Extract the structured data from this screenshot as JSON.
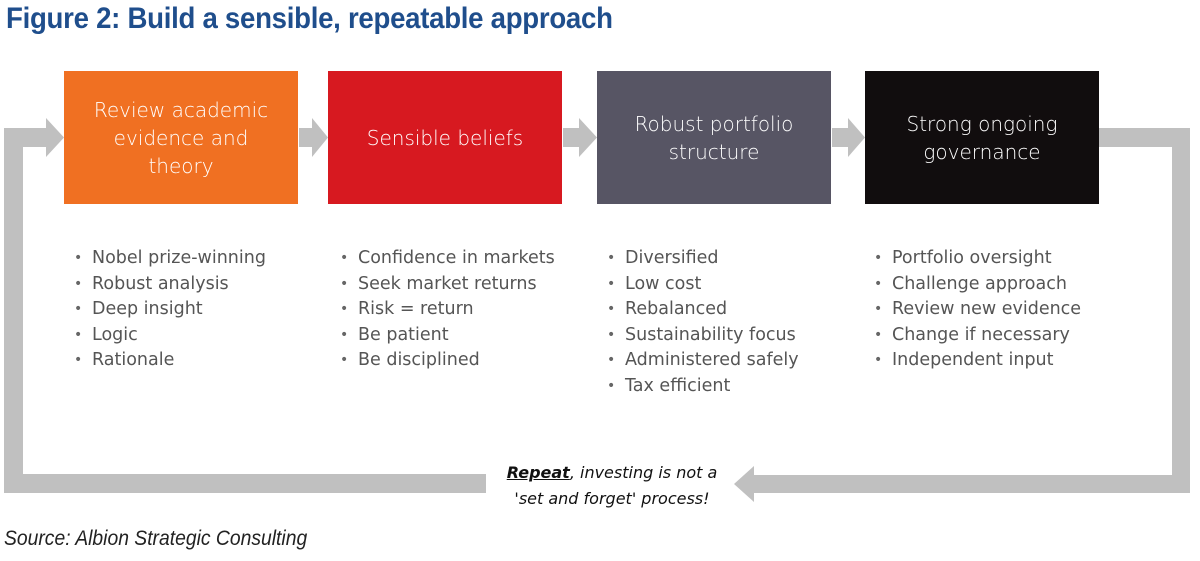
{
  "figure": {
    "title": "Figure 2: Build a sensible, repeatable approach",
    "source": "Source: Albion Strategic Consulting"
  },
  "steps": [
    {
      "label": "Review academic\nevidence and theory",
      "color": "#f07022",
      "bullets": [
        "Nobel prize-winning",
        "Robust analysis",
        "Deep insight",
        "Logic",
        "Rationale"
      ]
    },
    {
      "label": "Sensible beliefs",
      "color": "#d71920",
      "bullets": [
        "Confidence in markets",
        "Seek market returns",
        "Risk = return",
        "Be patient",
        "Be disciplined"
      ]
    },
    {
      "label": "Robust portfolio\nstructure",
      "color": "#575564",
      "bullets": [
        "Diversified",
        "Low cost",
        "Rebalanced",
        "Sustainability focus",
        "Administered safely",
        "Tax efficient"
      ]
    },
    {
      "label": "Strong ongoing\ngovernance",
      "color": "#110d0e",
      "bullets": [
        "Portfolio oversight",
        "Challenge approach",
        "Review new evidence",
        "Change if necessary",
        "Independent input"
      ]
    }
  ],
  "loop_note": {
    "emphasis": "Repeat",
    "line1_rest": ", investing is not a",
    "line2": "'set and forget' process!"
  },
  "colors": {
    "title": "#1f4e8c",
    "arrow_gray": "#c0c0c0"
  }
}
